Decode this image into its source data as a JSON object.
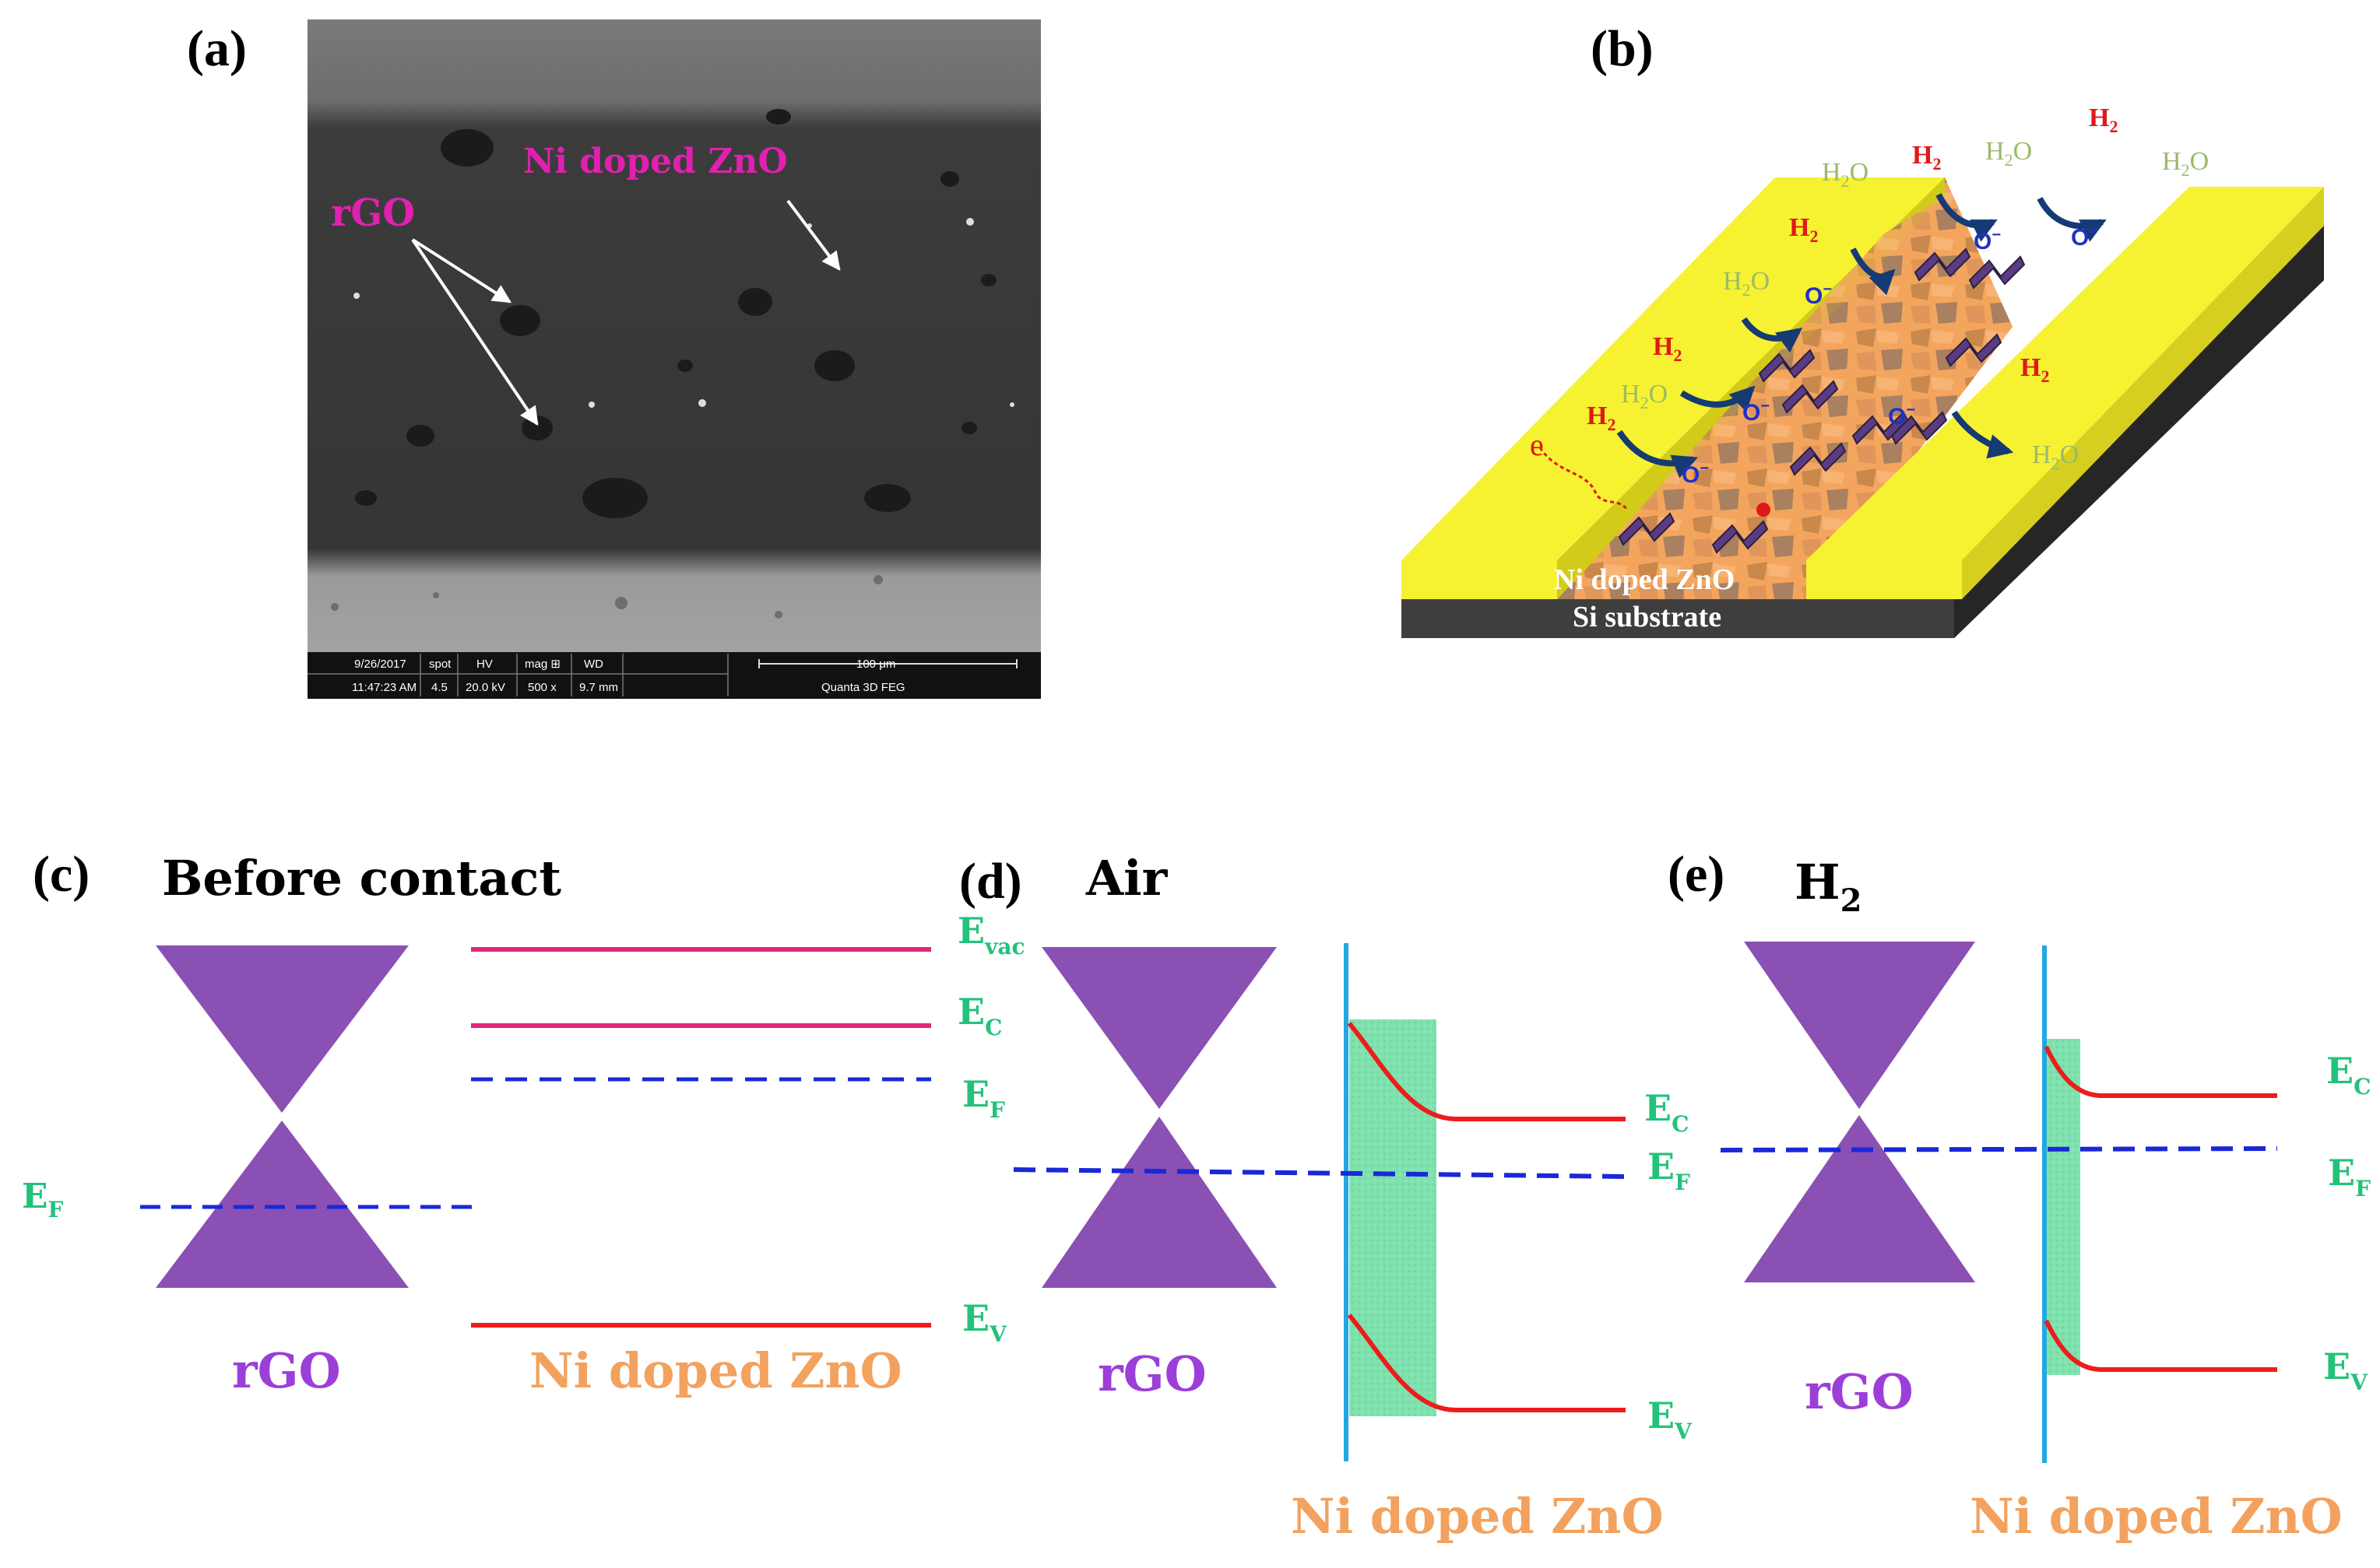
{
  "panels": {
    "a": {
      "label": "(a)",
      "annotations": {
        "rgo": "rGO",
        "ni_zno": "Ni doped ZnO"
      },
      "databar": {
        "date": "9/26/2017",
        "time": "11:47:23 AM",
        "spot_h": "spot",
        "spot": "4.5",
        "hv_h": "HV",
        "hv": "20.0 kV",
        "mag_h": "mag ⊞",
        "mag": "500 x",
        "wd_h": "WD",
        "wd": "9.7 mm",
        "scale": "100 μm",
        "instrument": "Quanta 3D FEG"
      }
    },
    "b": {
      "label": "(b)",
      "electron": "e",
      "h2": "H",
      "h2_sub": "2",
      "h2o": "H",
      "h2o_sub": "2",
      "h2o_end": "O",
      "o_ion": "O",
      "o_sup": "−",
      "layer_top": "Ni doped ZnO",
      "layer_bottom": "Si substrate"
    },
    "c": {
      "label": "(c)",
      "title": "Before contact",
      "levels": {
        "evac": "E",
        "evac_sub": "vac",
        "ec": "E",
        "ec_sub": "C",
        "ef": "E",
        "ef_sub": "F",
        "ev": "E",
        "ev_sub": "V"
      },
      "left_ef": "E",
      "left_ef_sub": "F",
      "rgo": "rGO",
      "ni_zno": "Ni doped ZnO"
    },
    "d": {
      "label": "(d)",
      "title": "Air",
      "levels": {
        "ec": "E",
        "ec_sub": "C",
        "ef": "E",
        "ef_sub": "F",
        "ev": "E",
        "ev_sub": "V"
      },
      "rgo": "rGO",
      "ni_zno": "Ni doped ZnO"
    },
    "e": {
      "label": "(e)",
      "title": "H",
      "title_sub": "2",
      "levels": {
        "ec": "E",
        "ec_sub": "C",
        "ef": "E",
        "ef_sub": "F",
        "ev": "E",
        "ev_sub": "V"
      },
      "rgo": "rGO",
      "ni_zno": "Ni doped ZnO"
    }
  },
  "colors": {
    "rgo_cone": "#8a50b4",
    "band_red": "#ee1c1c",
    "vac_pink": "#e0287a",
    "fermi_blue": "#1a28d8",
    "depletion_green": "#7ee0ac",
    "interface_cyan": "#22a8e0",
    "electrode_yellow": "#f6f232",
    "zno_orange": "#f4a45c",
    "level_green": "#22c27a"
  }
}
